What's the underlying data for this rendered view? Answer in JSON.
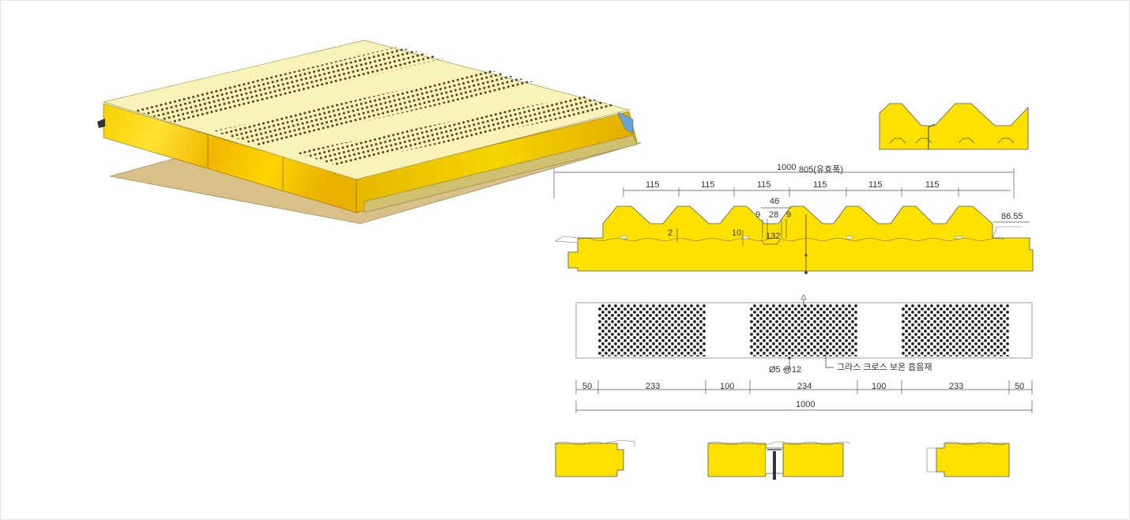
{
  "colors": {
    "core_yellow": "#ffe100",
    "panel_cream": "#f8f3b8",
    "outline": "#555555",
    "hole": "#222222",
    "seal_blue": "#6aa3d6"
  },
  "profile": {
    "overall_width": "1000",
    "effective_width": "805(유효폭)",
    "pitch": [
      "115",
      "115",
      "115",
      "115",
      "115",
      "115"
    ],
    "rib_top": "46",
    "rib_gap_left": "9",
    "rib_mid": "28",
    "rib_gap_right": "9",
    "depth": "2",
    "rib_height": "10",
    "rib_base": "132",
    "overlap": "86.55"
  },
  "perforation": {
    "hole_spec": "Ø5 @12",
    "material": "그라스 크로스 보온 흡음재",
    "segments": [
      "50",
      "233",
      "100",
      "234",
      "100",
      "233",
      "50"
    ],
    "total": "1000"
  }
}
